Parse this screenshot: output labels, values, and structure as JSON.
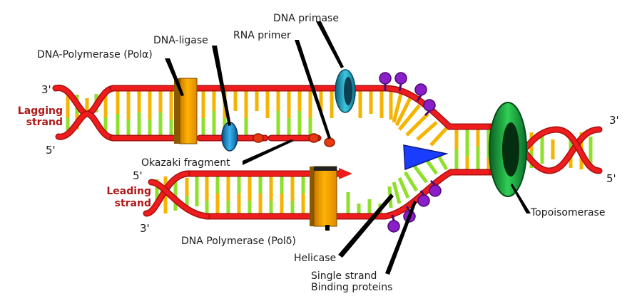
{
  "labels": {
    "dna_primase": "DNA primase",
    "dna_ligase": "DNA-ligase",
    "rna_primer": "RNA primer",
    "dna_polymerase_alpha": "DNA-Polymerase (Polα)",
    "okazaki_fragment": "Okazaki fragment",
    "dna_polymerase_delta": "DNA Polymerase (Polδ)",
    "helicase": "Helicase",
    "ssb_line1": "Single strand",
    "ssb_line2": "Binding proteins",
    "topoisomerase": "Topoisomerase"
  },
  "strands": {
    "lagging_line1": "Lagging",
    "lagging_line2": "strand",
    "leading_line1": "Leading",
    "leading_line2": "strand"
  },
  "ends": {
    "lag_3": "3'",
    "lag_5": "5'",
    "lead_5": "5'",
    "lead_3": "3'",
    "right_3": "3'",
    "right_5": "5'"
  },
  "colors": {
    "backbone": "#ee1c1c",
    "base_orange": "#f5b400",
    "base_green": "#8ee02a",
    "polymerase": "#ffb300",
    "primase": "#1aa7c4",
    "ligase": "#1a8fd1",
    "helicase": "#1a3cff",
    "topoisomerase": "#1aa33a",
    "ssb": "#8a1ec8"
  }
}
